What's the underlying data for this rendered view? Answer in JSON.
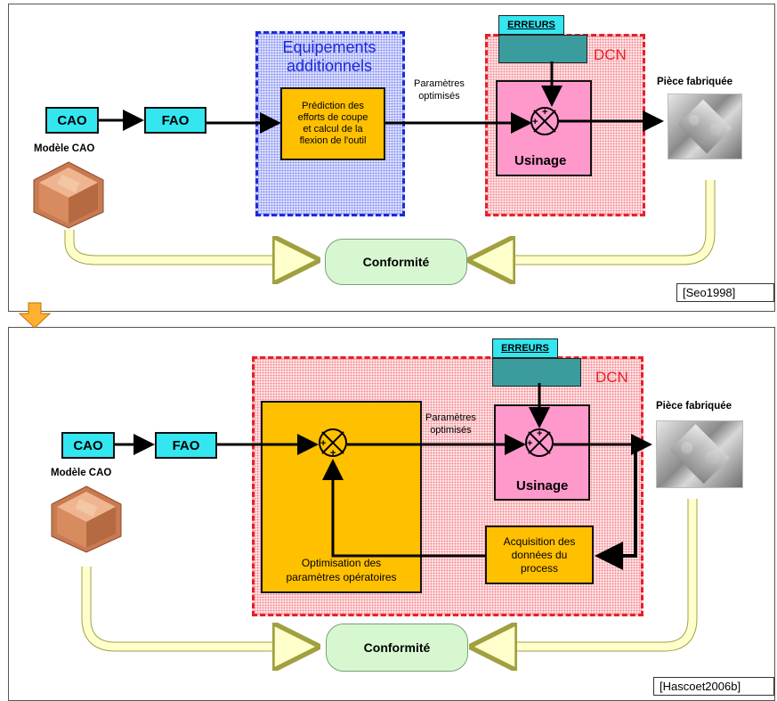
{
  "top": {
    "cao": "CAO",
    "fao": "FAO",
    "modele_cao": "Modèle CAO",
    "equip_title_1": "Equipements",
    "equip_title_2": "additionnels",
    "prediction": [
      "Prédiction des",
      "efforts de coupe",
      "et calcul de la",
      "flexion de l'outil"
    ],
    "params_1": "Paramètres",
    "params_2": "optimisés",
    "erreurs": "ERREURS",
    "dcn": "DCN",
    "usinage": "Usinage",
    "piece": "Pièce fabriquée",
    "conformite": "Conformité",
    "ref": "[Seo1998]"
  },
  "bottom": {
    "cao": "CAO",
    "fao": "FAO",
    "modele_cao": "Modèle CAO",
    "erreurs": "ERREURS",
    "dcn": "DCN",
    "params_1": "Paramètres",
    "params_2": "optimisés",
    "usinage": "Usinage",
    "piece": "Pièce fabriquée",
    "optim_1": "Optimisation des",
    "optim_2": "paramètres opératoires",
    "acq": [
      "Acquisition des",
      "données du",
      "process"
    ],
    "conformite": "Conformité",
    "ref": "[Hascoet2006b]"
  },
  "colors": {
    "cyan": "#33e6f0",
    "orange": "#ffc000",
    "pink": "#ff99cc",
    "dcn_red": "#e8202a",
    "equip_blue": "#1e2bd9",
    "conformite_green": "#d7f7d0",
    "feedback_yellow": "#ffffcc"
  }
}
